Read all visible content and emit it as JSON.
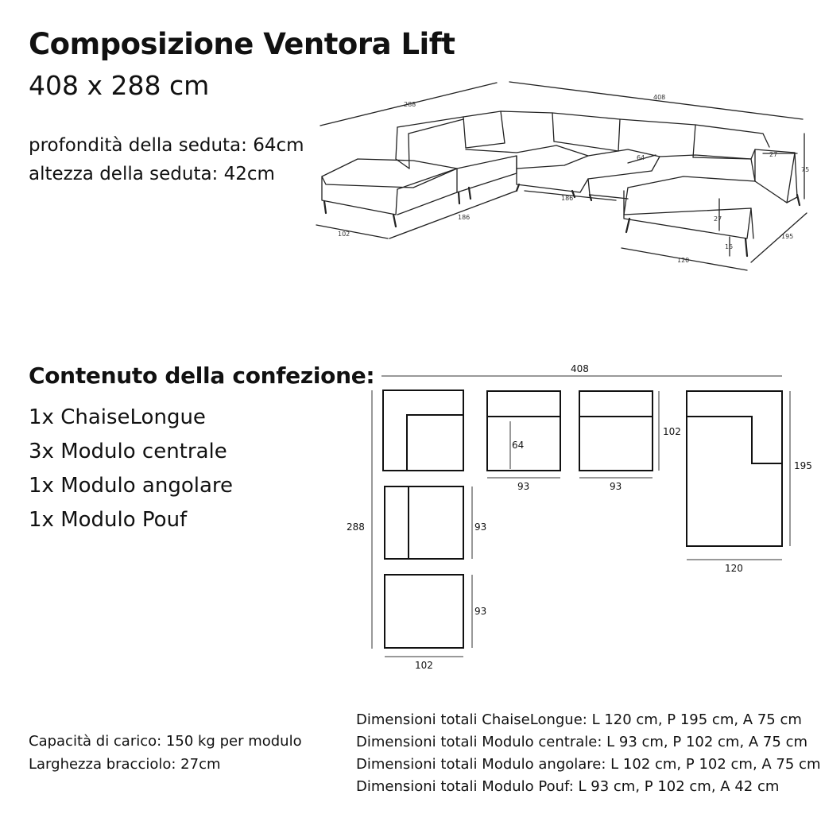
{
  "header": {
    "title": "Composizione Ventora Lift",
    "size": "408 x 288 cm"
  },
  "specs": {
    "seat_depth": "profondità della seduta: 64cm",
    "seat_height": "altezza della seduta: 42cm"
  },
  "iso": {
    "d288": "288",
    "d408": "408",
    "d186a": "186",
    "d186b": "186",
    "d102": "102",
    "d64": "64",
    "d27a": "27",
    "d27b": "27",
    "d75": "75",
    "d195": "195",
    "d120": "120",
    "d15": "15"
  },
  "box": {
    "heading": "Contenuto della confezione:",
    "items": [
      "1x ChaiseLongue",
      "3x Modulo centrale",
      "1x Modulo angolare",
      "1x Modulo Pouf"
    ]
  },
  "plan": {
    "total_width": "408",
    "total_height": "288",
    "center_depth": "102",
    "chaise_depth": "195",
    "seat_depth": "64",
    "center1_width": "93",
    "center2_width": "93",
    "center3_height": "93",
    "pouf_height": "93",
    "pouf_width": "102",
    "chaise_width": "120"
  },
  "footer": {
    "capacity": "Capacità di carico: 150 kg per modulo",
    "armrest": "Larghezza bracciolo: 27cm",
    "dims": [
      "Dimensioni totali ChaiseLongue: L 120 cm, P 195 cm, A 75 cm",
      "Dimensioni totali Modulo centrale: L 93 cm, P 102 cm, A 75 cm",
      "Dimensioni totali Modulo angolare: L 102 cm, P 102 cm, A 75 cm",
      "Dimensioni totali Modulo Pouf: L 93 cm, P 102 cm, A 42 cm"
    ]
  }
}
